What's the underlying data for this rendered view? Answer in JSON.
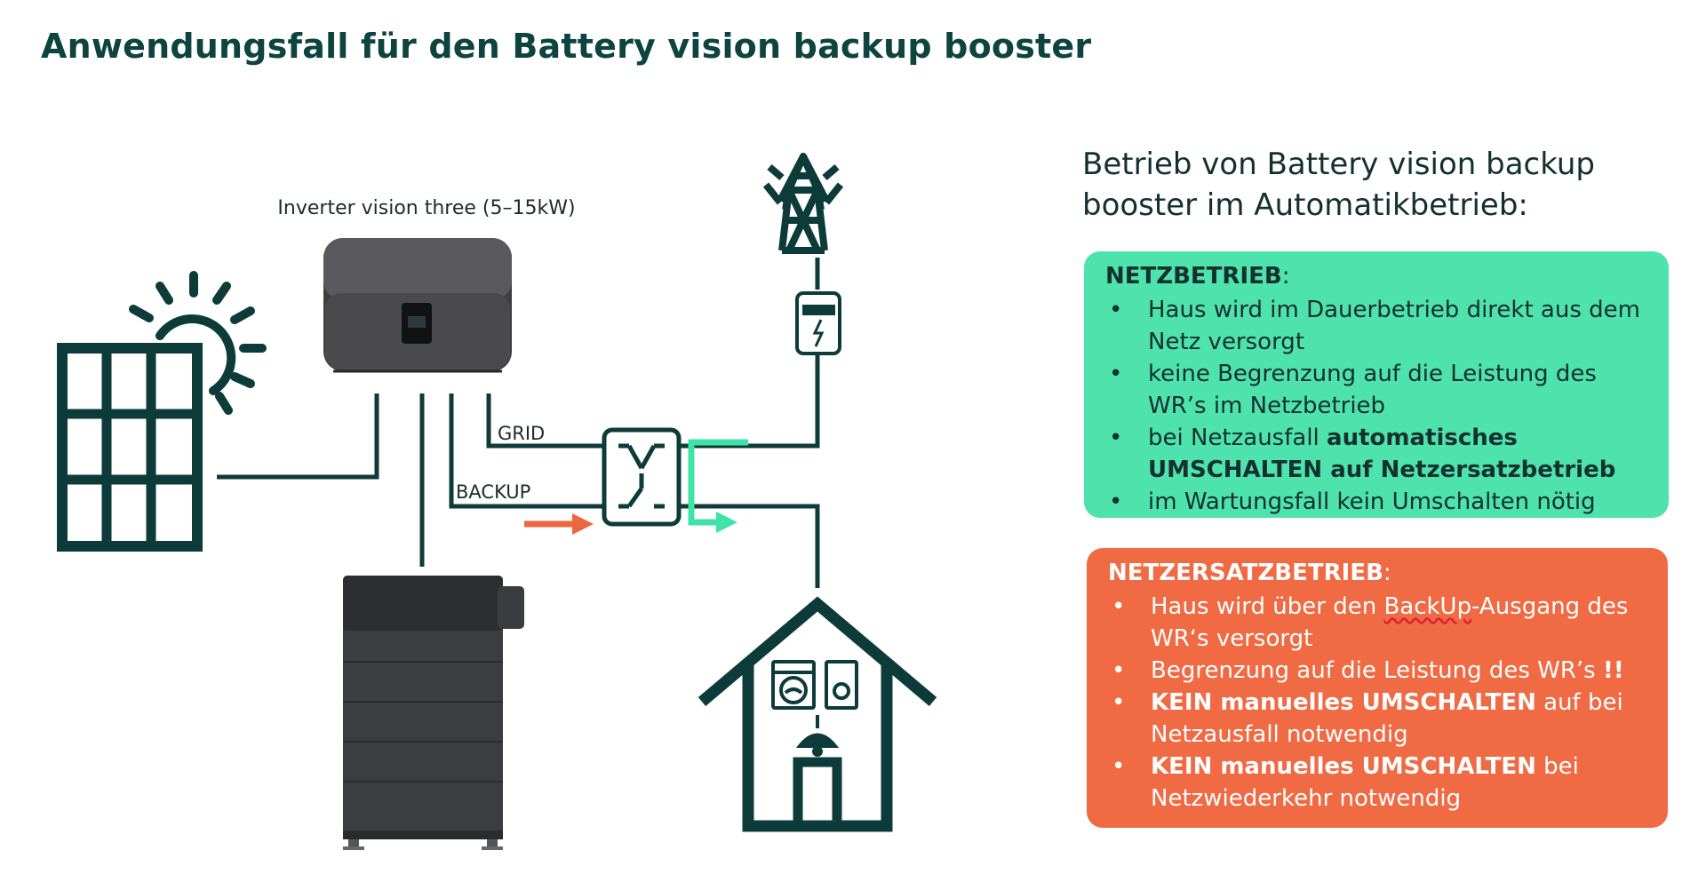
{
  "title": "Anwendungsfall für den Battery vision backup booster",
  "diagram": {
    "inverter_label": "Inverter vision three (5–15kW)",
    "grid_label": "GRID",
    "backup_label": "BACKUP"
  },
  "panel": {
    "heading": "Betrieb von Battery vision backup booster im Automatikbetrieb:",
    "netzbetrieb": {
      "title": "NETZBETRIEB",
      "title_suffix": ":",
      "items": [
        "Haus wird im Dauerbetrieb direkt aus dem Netz versorgt",
        "keine Begrenzung auf die Leistung des WR’s im Netzbetrieb",
        "bei Netzausfall ",
        "automatisches UMSCHALTEN auf Netzersatzbetrieb",
        "im Wartungsfall kein Umschalten nötig"
      ]
    },
    "netzersatz": {
      "title": "NETZERSATZBETRIEB",
      "title_suffix": ":",
      "item1_a": "Haus wird über den ",
      "item1_b": "BackUp",
      "item1_c": "-Ausgang des WR‘s versorgt",
      "item2_a": "Begrenzung auf die Leistung des WR’s ",
      "item2_b": "!!",
      "item3_a": "KEIN manuelles UMSCHALTEN",
      "item3_b": " auf bei Netzausfall notwendig",
      "item4_a": "KEIN manuelles UMSCHALTEN",
      "item4_b": " bei Netzwiederkehr notwendig"
    }
  },
  "colors": {
    "dark_teal": "#0d3b3a",
    "green": "#4ee2ad",
    "orange": "#f06a43",
    "arrow_green": "#3ee3a8",
    "arrow_orange": "#ee6640"
  }
}
